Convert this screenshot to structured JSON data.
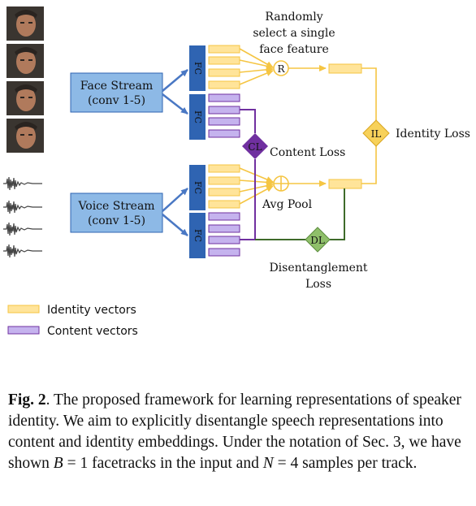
{
  "diagram": {
    "face_stream": {
      "line1": "Face Stream",
      "line2": "(conv 1-5)"
    },
    "voice_stream": {
      "line1": "Voice Stream",
      "line2": "(conv 1-5)"
    },
    "fc_label": "FC",
    "random_select": {
      "line1": "Randomly",
      "line2": "select a single",
      "line3": "face feature"
    },
    "random_node_label": "R",
    "avg_pool_label": "Avg Pool",
    "identity_loss": {
      "node": "IL",
      "label": "Identity Loss"
    },
    "content_loss": {
      "node": "CL",
      "label": "Content Loss"
    },
    "disentanglement_loss": {
      "node": "DL",
      "line1": "Disentanglement",
      "line2": "Loss"
    },
    "legend": {
      "identity": "Identity vectors",
      "content": "Content vectors"
    },
    "colors": {
      "stream_box": "#8db9e6",
      "fc_block": "#2f64b2",
      "arrow_blue": "#4a78c4",
      "identity_vector": "#ffe49a",
      "identity_line": "#f5c543",
      "content_vector": "#c5b3ee",
      "content_line": "#7030a0",
      "il_diamond": "#f7d15a",
      "cl_diamond": "#7030a0",
      "dl_diamond": "#8fbf6a",
      "dl_line": "#3e6b2a"
    }
  },
  "caption": {
    "fig_label": "Fig. 2",
    "text_a": ". The proposed framework for learning representations of speaker identity. We aim to explicitly disentangle speech representations into content and identity embeddings. Under the notation of Sec. 3, we have shown ",
    "math_b": "B",
    "text_b": " = 1 facetracks in the input and ",
    "math_n": "N",
    "text_c": " = 4 samples per track."
  }
}
